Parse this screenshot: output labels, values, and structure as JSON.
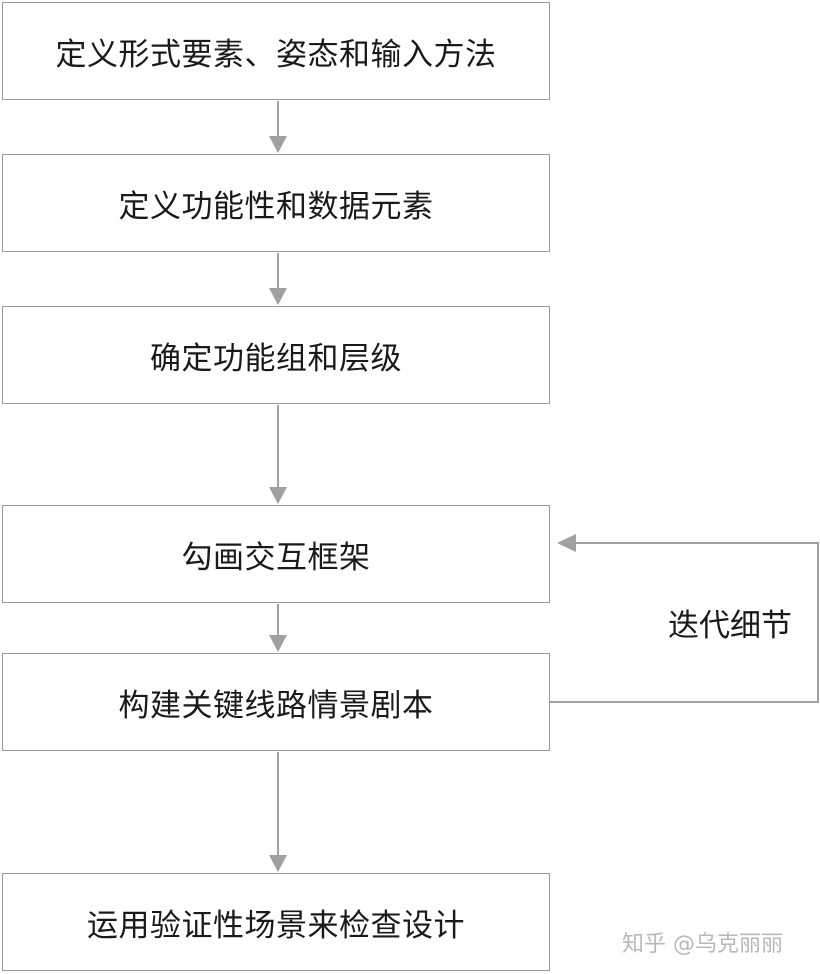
{
  "steps": [
    {
      "label": "定义形式要素、姿态和输入方法"
    },
    {
      "label": "定义功能性和数据元素"
    },
    {
      "label": "确定功能组和层级"
    },
    {
      "label": "勾画交互框架"
    },
    {
      "label": "构建关键线路情景剧本"
    },
    {
      "label": "运用验证性场景来检查设计"
    }
  ],
  "loop": {
    "label": "迭代细节",
    "from_step": 5,
    "to_step": 4
  },
  "watermark": {
    "text": "知乎 @乌克丽丽"
  },
  "colors": {
    "border": "#9a9a9a",
    "arrow": "#a0a0a0",
    "text": "#1a1a1a",
    "watermark": "#b8b8b8"
  }
}
